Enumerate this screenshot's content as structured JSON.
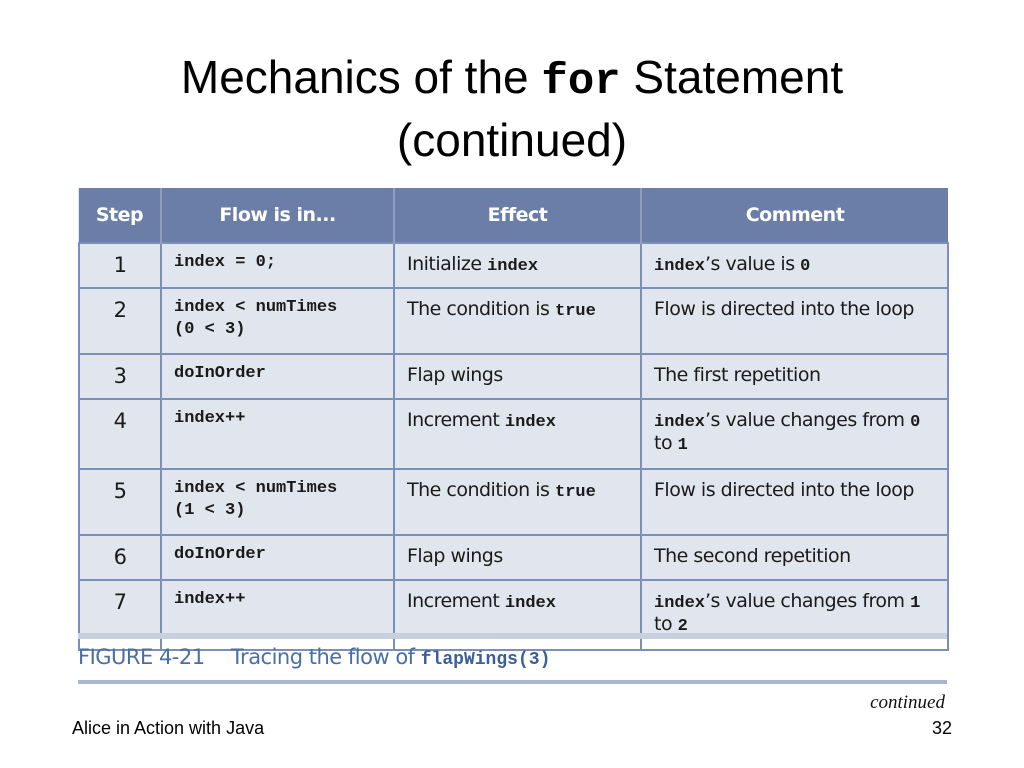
{
  "slide": {
    "title_line1_pre": "Mechanics of the",
    "title_code": "for",
    "title_line1_post": "Statement",
    "title_line2": "(continued)"
  },
  "table": {
    "headers": [
      "Step",
      "Flow is in...",
      "Effect",
      "Comment"
    ],
    "rows": [
      {
        "step": "1",
        "flow1": "index = 0;",
        "flow2": "",
        "effect_text": "Initialize",
        "effect_code": "index",
        "comment_code1": "index",
        "comment_text1": "’s value is",
        "comment_code2": "0",
        "comment_text2": "",
        "comment_code3": ""
      },
      {
        "step": "2",
        "flow1": "index < numTimes",
        "flow2": "(0 < 3)",
        "effect_text": "The condition is",
        "effect_code": "true",
        "comment_code1": "",
        "comment_text1": "Flow is directed into the loop",
        "comment_code2": "",
        "comment_text2": "",
        "comment_code3": ""
      },
      {
        "step": "3",
        "flow1": "doInOrder",
        "flow2": "",
        "effect_text": "Flap wings",
        "effect_code": "",
        "comment_code1": "",
        "comment_text1": "The first repetition",
        "comment_code2": "",
        "comment_text2": "",
        "comment_code3": ""
      },
      {
        "step": "4",
        "flow1": "index++",
        "flow2": "",
        "effect_text": "Increment",
        "effect_code": "index",
        "comment_code1": "index",
        "comment_text1": "’s value changes from",
        "comment_code2": "0",
        "comment_text2": "to",
        "comment_code3": "1"
      },
      {
        "step": "5",
        "flow1": "index < numTimes",
        "flow2": "(1 < 3)",
        "effect_text": "The condition is",
        "effect_code": "true",
        "comment_code1": "",
        "comment_text1": "Flow is directed into the loop",
        "comment_code2": "",
        "comment_text2": "",
        "comment_code3": ""
      },
      {
        "step": "6",
        "flow1": "doInOrder",
        "flow2": "",
        "effect_text": "Flap wings",
        "effect_code": "",
        "comment_code1": "",
        "comment_text1": "The second repetition",
        "comment_code2": "",
        "comment_text2": "",
        "comment_code3": ""
      },
      {
        "step": "7",
        "flow1": "index++",
        "flow2": "",
        "effect_text": "Increment",
        "effect_code": "index",
        "comment_code1": "index",
        "comment_text1": "’s value changes from",
        "comment_code2": "1",
        "comment_text2": "to",
        "comment_code3": "2"
      }
    ]
  },
  "figure": {
    "label": "FIGURE 4-21",
    "caption_text": "Tracing the flow of",
    "caption_code": "flapWings(3)",
    "continued": "continued"
  },
  "footer": {
    "left": "Alice in Action with Java",
    "right": "32"
  },
  "colors": {
    "header_bg": "#6b7ea8",
    "cell_bg": "#e1e5ee",
    "grid_line": "#7c8fb8",
    "caption": "#4a6ea6"
  }
}
